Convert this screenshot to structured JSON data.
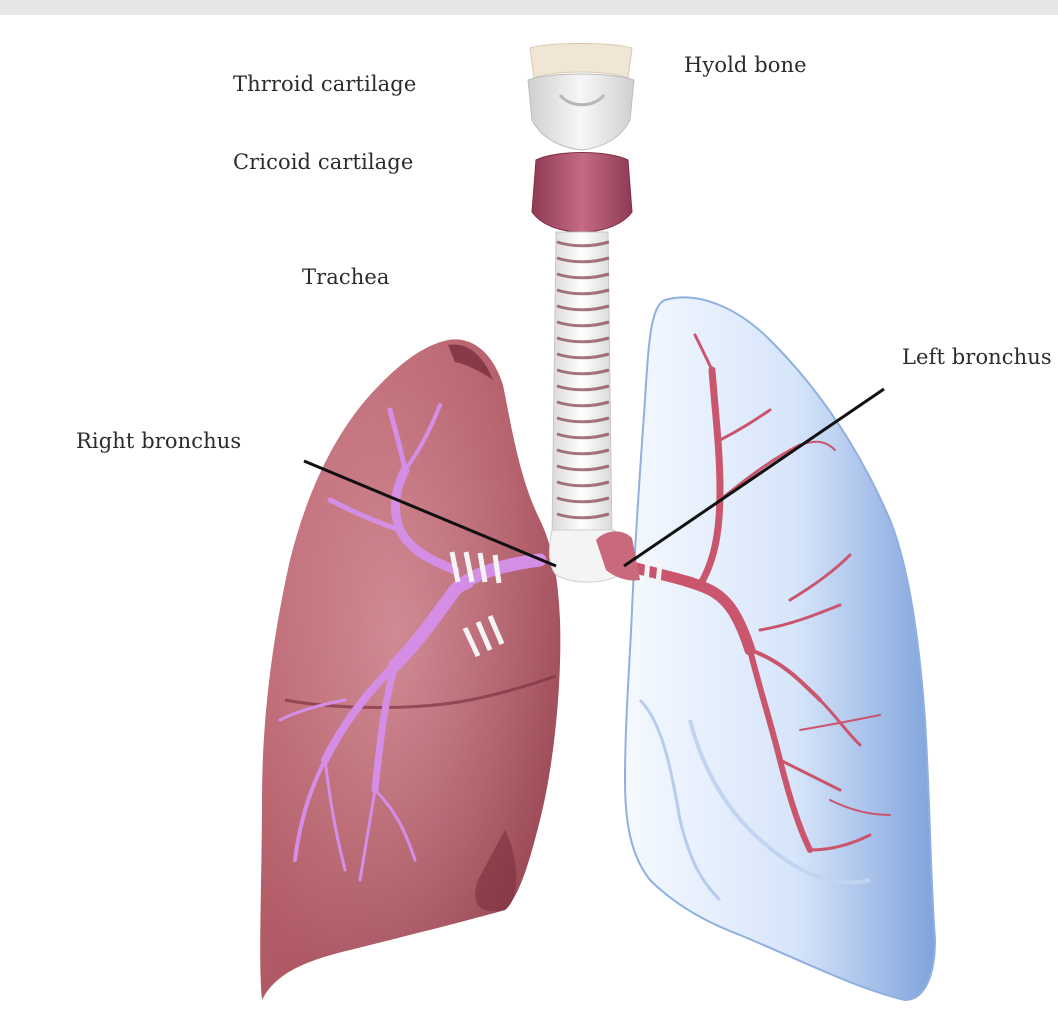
{
  "labels": {
    "thyroid": "Thrroid cartilage",
    "hyoid": "Hyold bone",
    "cricoid": "Cricoid cartilage",
    "trachea": "Trachea",
    "right_bronchus": "Right bronchus",
    "left_bronchus": "Left bronchus"
  },
  "colors": {
    "right_lung": "#a8545f",
    "left_lung": "#bcd3f1",
    "bronchial_tree_right": "#d58ee6",
    "bronchial_tree_left": "#c9566c",
    "cartilage": "#b9586d",
    "trachea_rings": "#f2f2f2",
    "leader_line": "#111111"
  }
}
